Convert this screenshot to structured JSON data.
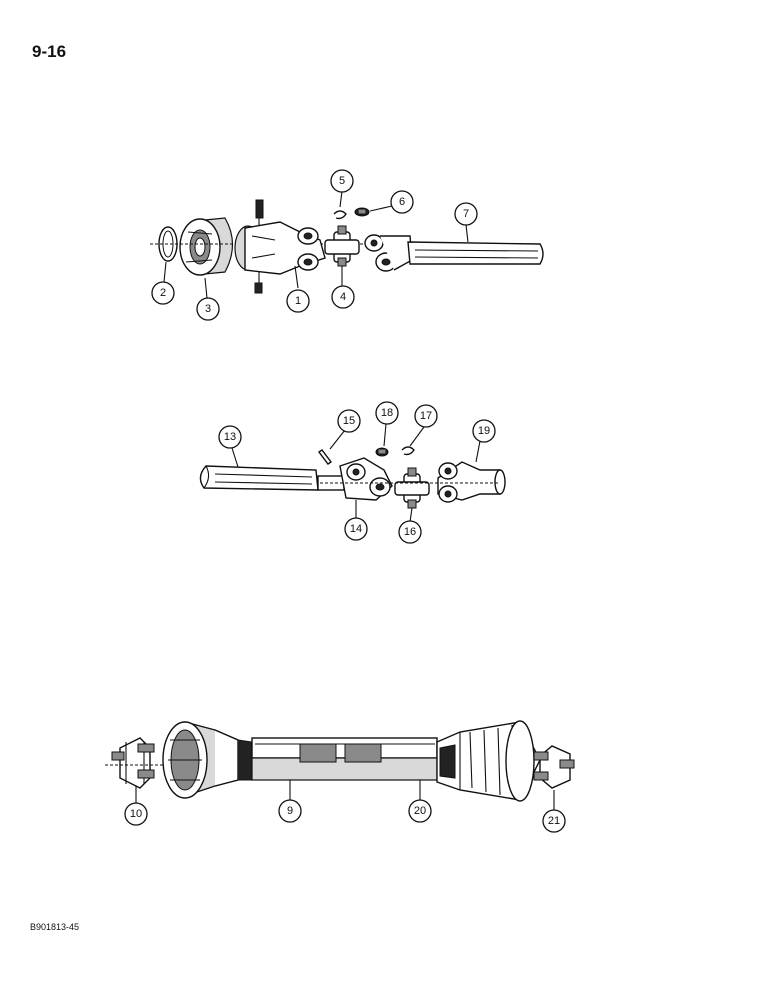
{
  "page_number": "9-16",
  "doc_code": "B901813-45",
  "callouts": {
    "c1": "1",
    "c2": "2",
    "c3": "3",
    "c4": "4",
    "c5": "5",
    "c6": "6",
    "c7": "7",
    "c9": "9",
    "c10": "10",
    "c13": "13",
    "c14": "14",
    "c15": "15",
    "c16": "16",
    "c17": "17",
    "c18": "18",
    "c19": "19",
    "c20": "20",
    "c21": "21"
  }
}
